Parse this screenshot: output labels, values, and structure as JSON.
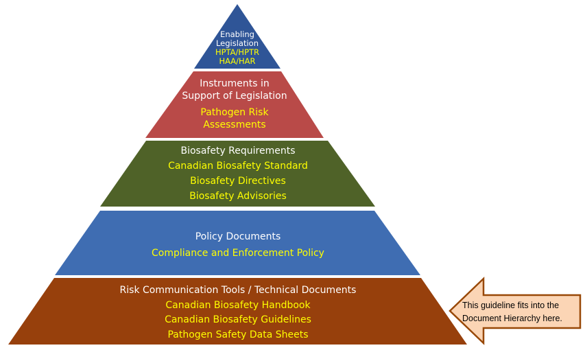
{
  "tiers": [
    {
      "title": [
        "Enabling",
        "Legislation"
      ],
      "items": [
        "HPTA/HPTR",
        "HAA/HAR"
      ],
      "color": "#2f5597"
    },
    {
      "title": [
        "Instruments in",
        "Support of Legislation"
      ],
      "items": [
        "Pathogen Risk",
        "Assessments"
      ],
      "color": "#b94a48"
    },
    {
      "title": [
        "Biosafety Requirements"
      ],
      "items": [
        "Canadian Biosafety Standard",
        "Biosafety Directives",
        "Biosafety Advisories"
      ],
      "color": "#4f6228"
    },
    {
      "title": [
        "Policy Documents"
      ],
      "items": [
        "Compliance and Enforcement Policy"
      ],
      "color": "#3f6db2"
    },
    {
      "title": [
        "Risk Communication Tools / Technical Documents"
      ],
      "items": [
        "Canadian Biosafety Handbook",
        "Canadian Biosafety Guidelines",
        "Pathogen Safety Data Sheets"
      ],
      "color": "#97400c"
    }
  ],
  "callout": {
    "text": [
      "This guideline fits into the",
      "Document Hierarchy here."
    ],
    "fill": "#fbd5b5",
    "stroke": "#984807"
  }
}
